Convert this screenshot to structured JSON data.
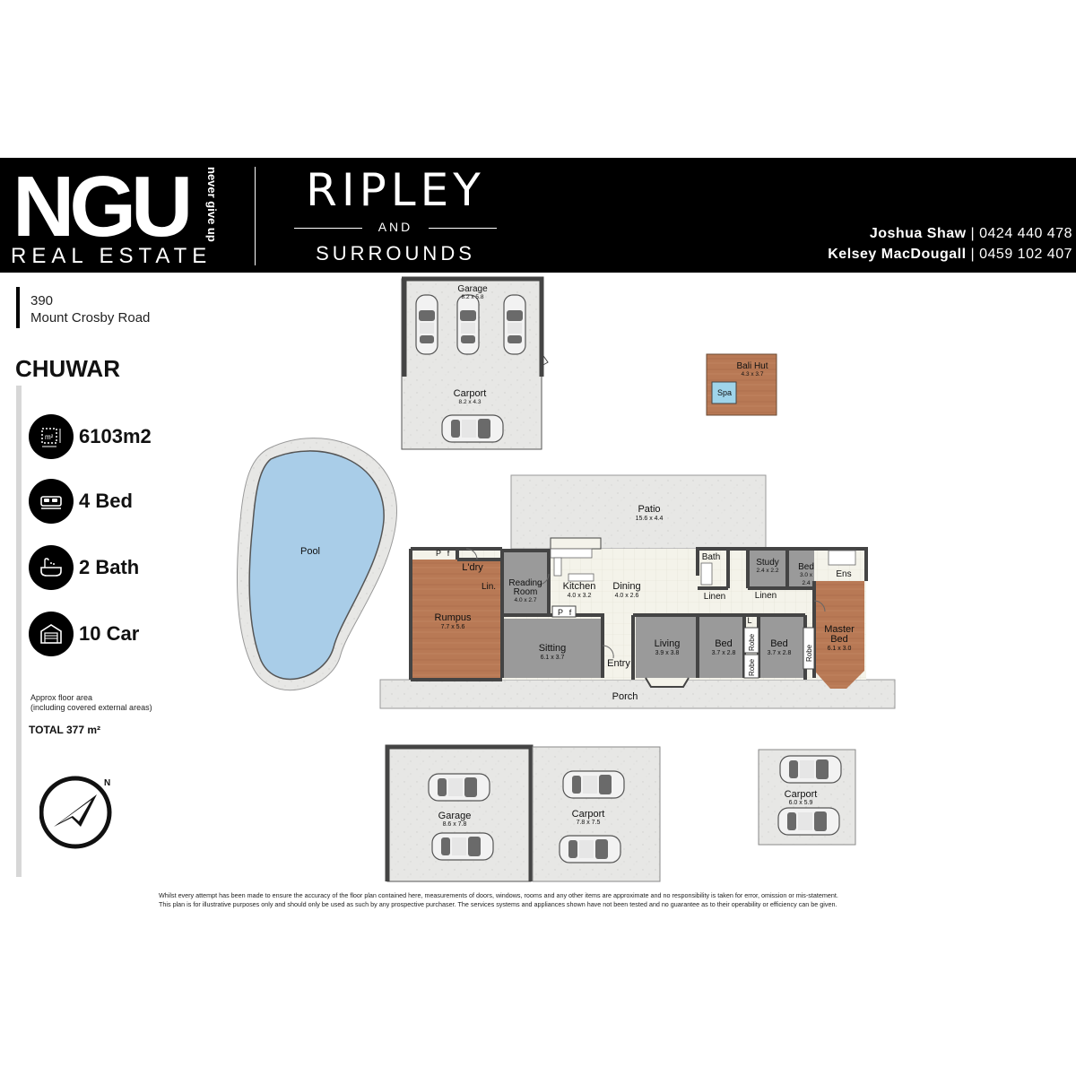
{
  "branding": {
    "logo_main": "NGU",
    "logo_tag": "never give up",
    "logo_sub": "REAL ESTATE",
    "office_line1": "RIPLEY",
    "office_line2": "AND",
    "office_line3": "SURROUNDS"
  },
  "agents": [
    {
      "name": "Joshua Shaw",
      "phone": "0424 440 478"
    },
    {
      "name": "Kelsey MacDougall",
      "phone": "0459 102 407"
    }
  ],
  "address": {
    "line1": "390",
    "line2": "Mount Crosby Road",
    "suburb": "CHUWAR"
  },
  "stats": {
    "land": "6103m2",
    "beds": "4 Bed",
    "baths": "2 Bath",
    "cars": "10 Car"
  },
  "floor_area": {
    "note1": "Approx floor area",
    "note2": "(including covered external areas)",
    "total": "TOTAL  377 m²"
  },
  "rooms": {
    "garage_top": {
      "name": "Garage",
      "dims": "8.2 x 5.8"
    },
    "carport_top": {
      "name": "Carport",
      "dims": "8.2 x 4.3"
    },
    "bali_hut": {
      "name": "Bali Hut",
      "dims": "4.3 x 3.7"
    },
    "spa": {
      "name": "Spa"
    },
    "pool": {
      "name": "Pool"
    },
    "patio": {
      "name": "Patio",
      "dims": "15.6 x 4.4"
    },
    "ldry": {
      "name": "L'dry"
    },
    "lin": {
      "name": "Lin."
    },
    "p1": {
      "name": "P"
    },
    "f1": {
      "name": "f"
    },
    "p2": {
      "name": "P"
    },
    "f2": {
      "name": "f"
    },
    "rumpus": {
      "name": "Rumpus",
      "dims": "7.7 x 5.6"
    },
    "reading": {
      "name1": "Reading",
      "name2": "Room",
      "dims": "4.0 x 2.7"
    },
    "kitchen": {
      "name": "Kitchen",
      "dims": "4.0 x 3.2"
    },
    "dining": {
      "name": "Dining",
      "dims": "4.0 x 2.6"
    },
    "sitting": {
      "name": "Sitting",
      "dims": "6.1 x 3.7"
    },
    "entry": {
      "name": "Entry"
    },
    "living": {
      "name": "Living",
      "dims": "3.9 x 3.8"
    },
    "bath": {
      "name": "Bath"
    },
    "linen1": {
      "name": "Linen"
    },
    "linen2": {
      "name": "Linen"
    },
    "study": {
      "name": "Study",
      "dims": "2.4 x 2.2"
    },
    "bed_small": {
      "name": "Bed",
      "dims1": "3.0 x",
      "dims2": "2.4"
    },
    "ens": {
      "name": "Ens"
    },
    "bed_a": {
      "name": "Bed",
      "dims": "3.7 x 2.8"
    },
    "bed_b": {
      "name": "Bed",
      "dims": "3.7 x 2.8"
    },
    "robe1": {
      "name": "Robe"
    },
    "robe2": {
      "name": "Robe"
    },
    "robe3": {
      "name": "Robe"
    },
    "l_small": {
      "name": "L"
    },
    "master": {
      "name1": "Master",
      "name2": "Bed",
      "dims": "6.1 x 3.0"
    },
    "porch": {
      "name": "Porch"
    },
    "garage_bottom": {
      "name": "Garage",
      "dims": "8.6 x 7.8"
    },
    "carport_mid": {
      "name": "Carport",
      "dims": "7.8 x 7.5"
    },
    "carport_right": {
      "name": "Carport",
      "dims": "6.0 x 5.9"
    }
  },
  "compass": {
    "label": "N"
  },
  "disclaimer": {
    "line1": "Whilst every attempt has been made to ensure the accuracy of the floor plan contained here, measurements of doors, windows, rooms and any other items are approximate and no responsibility is taken for error, omission or mis-statement.",
    "line2": "This plan is for illustrative purposes only and should only be used as such by any prospective purchaser. The services systems and appliances shown have not been tested and no guarantee as to their operability or efficiency can be given."
  },
  "colors": {
    "banner": "#000000",
    "room_grey": "#9a9a9a",
    "timber": "#b97a55",
    "pool": "#a9cde8",
    "concrete": "#e6e6e4"
  }
}
